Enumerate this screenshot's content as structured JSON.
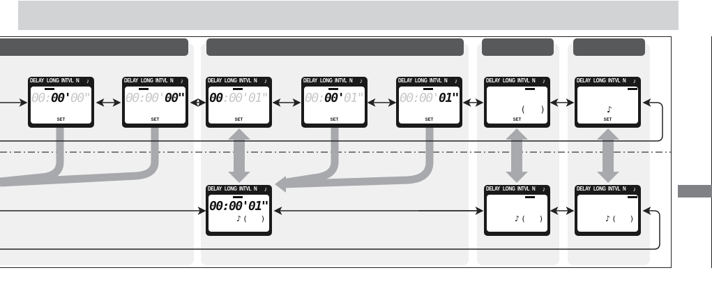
{
  "diagram": {
    "title_bar": "",
    "section_headers": [
      "",
      "",
      "",
      ""
    ],
    "side_tab": "",
    "lcd_labels": {
      "delay": "DELAY",
      "long": "LONG",
      "intvl": "INTVL",
      "n": "N",
      "beep_icon": "♪",
      "set": "SET"
    },
    "top_row": [
      {
        "id": "minutes",
        "dim_before": "00:",
        "on": "00'",
        "dim_after": "00\"",
        "set": true
      },
      {
        "id": "seconds",
        "dim_before": "00:00'",
        "on": "00\"",
        "dim_after": "",
        "set": true
      },
      {
        "id": "int-hours",
        "dim_before": "",
        "on": "00",
        "dim_after": ":00'01\"",
        "set": true
      },
      {
        "id": "int-minutes",
        "dim_before": "00:",
        "on": "00'",
        "dim_after": "01\"",
        "set": true
      },
      {
        "id": "int-seconds",
        "dim_before": "00:00'",
        "on": "01\"",
        "dim_after": "",
        "set": true
      },
      {
        "id": "count",
        "count_text": "(      )",
        "set": true
      },
      {
        "id": "beep",
        "beep_text": "♪",
        "set": true
      }
    ],
    "bottom_row": [
      {
        "id": "interval-display",
        "time": "00:00'01\"",
        "status": "♪ (      )"
      },
      {
        "id": "count-display",
        "status": "♪ (      )"
      },
      {
        "id": "beep-display",
        "status": "♪ (      )"
      }
    ],
    "colors": {
      "title_bar": "#d2d3d5",
      "header": "#58595b",
      "panel": "#f0f0f0",
      "arrow_gray": "#a7a9ac",
      "line": "#222222"
    },
    "icons": [
      "double-arrow-icon",
      "arrow-right-icon",
      "gray-curved-arrow-icon",
      "gray-double-arrow-icon",
      "dash-dot-separator"
    ]
  }
}
